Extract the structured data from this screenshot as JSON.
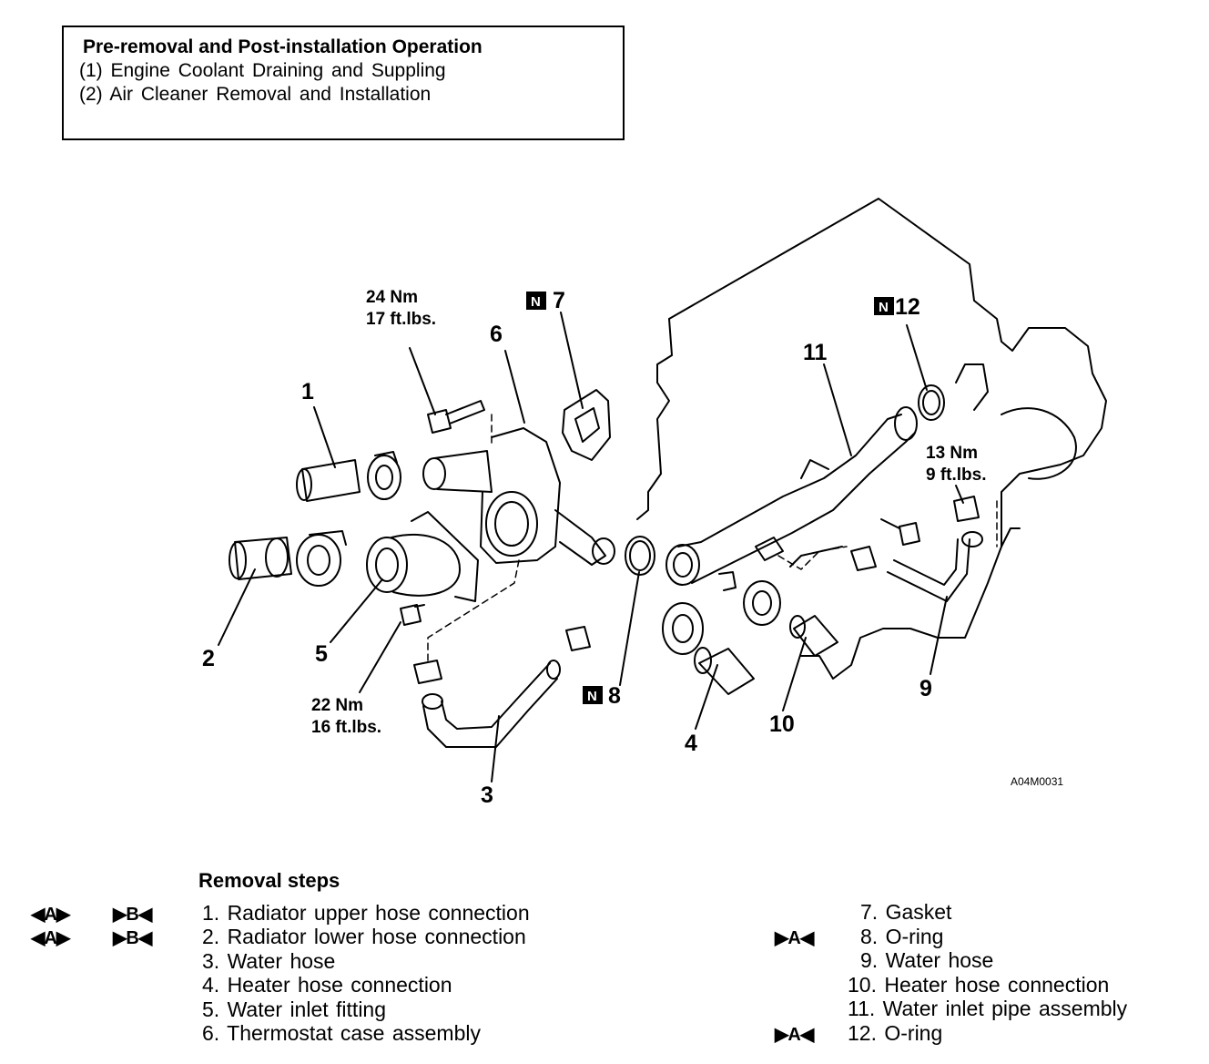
{
  "operations_box": {
    "title": "Pre-removal and Post-installation Operation",
    "items": [
      "(1)  Engine Coolant Draining and Suppling",
      "(2)  Air Cleaner Removal and Installation"
    ]
  },
  "diagram": {
    "part_labels": [
      "1",
      "2",
      "3",
      "4",
      "5",
      "6",
      "7",
      "8",
      "9",
      "10",
      "11",
      "12"
    ],
    "new_part_marker": "N",
    "torques": [
      {
        "nm": "24 Nm",
        "ftlbs": "17 ft.lbs."
      },
      {
        "nm": "22 Nm",
        "ftlbs": "16 ft.lbs."
      },
      {
        "nm": "13 Nm",
        "ftlbs": "9 ft.lbs."
      }
    ],
    "figure_code": "A04M0031"
  },
  "removal": {
    "title": "Removal steps",
    "marks": {
      "a_removal": "◀A▶",
      "b_install": "▶B◀",
      "a_install": "▶A◀"
    },
    "steps": [
      "1. Radiator upper hose connection",
      "2. Radiator lower hose connection",
      "3. Water hose",
      "4. Heater hose connection",
      "5. Water inlet fitting",
      "6. Thermostat case assembly",
      "7. Gasket",
      "8. O-ring",
      "9. Water hose",
      "10. Heater hose connection",
      "11. Water inlet pipe assembly",
      "12. O-ring"
    ]
  }
}
